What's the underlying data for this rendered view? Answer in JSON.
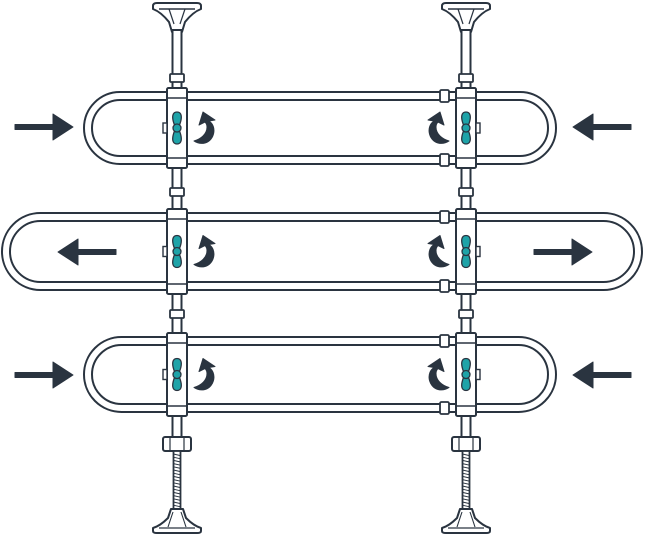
{
  "colors": {
    "background": "#ffffff",
    "outline": "#2a3440",
    "arrow": "#2a3440",
    "knob": "#1ea3a8",
    "fill": "#ffffff"
  },
  "icons": {
    "push_arrow": "arrow-icon",
    "rotate": "rotate-arrow-icon",
    "knob": "wing-knob-icon"
  },
  "assembly": {
    "poles": [
      {
        "name": "left-pole"
      },
      {
        "name": "right-pole"
      }
    ],
    "bars": [
      {
        "name": "top-bar",
        "arrow_direction": "inward"
      },
      {
        "name": "middle-bar",
        "arrow_direction": "outward"
      },
      {
        "name": "bottom-bar",
        "arrow_direction": "inward"
      }
    ]
  }
}
